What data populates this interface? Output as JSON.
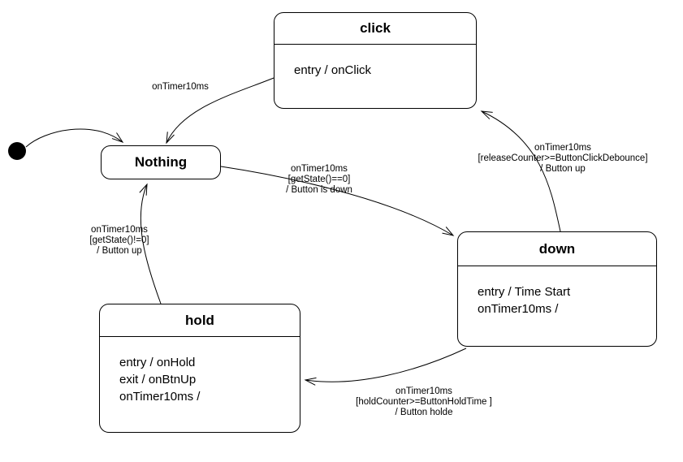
{
  "diagram": {
    "type": "uml-state-machine",
    "background_color": "#ffffff",
    "line_color": "#000000",
    "text_color": "#000000"
  },
  "states": {
    "nothing": {
      "title": "Nothing",
      "body_lines": []
    },
    "click": {
      "title": "click",
      "body_lines": [
        "entry / onClick"
      ]
    },
    "down": {
      "title": "down",
      "body_lines": [
        "entry / Time Start",
        "onTimer10ms /"
      ]
    },
    "hold": {
      "title": "hold",
      "body_lines": [
        "entry / onHold",
        "exit / onBtnUp",
        "onTimer10ms /"
      ]
    }
  },
  "transitions": {
    "initial_to_nothing": {
      "from": "initial",
      "to": "Nothing",
      "label_lines": []
    },
    "click_to_nothing": {
      "from": "click",
      "to": "Nothing",
      "label_lines": [
        "onTimer10ms"
      ]
    },
    "nothing_to_down": {
      "from": "Nothing",
      "to": "down",
      "label_lines": [
        "onTimer10ms",
        "[getState()==0]",
        "/ Button is down"
      ]
    },
    "down_to_click": {
      "from": "down",
      "to": "click",
      "label_lines": [
        "onTimer10ms",
        "[releaseCounter>=ButtonClickDebounce]",
        "/ Button up"
      ]
    },
    "down_to_hold": {
      "from": "down",
      "to": "hold",
      "label_lines": [
        "onTimer10ms",
        "[holdCounter>=ButtonHoldTime ]",
        "/ Button holde"
      ]
    },
    "hold_to_nothing": {
      "from": "hold",
      "to": "Nothing",
      "label_lines": [
        "onTimer10ms",
        "[getState()!=0]",
        "/ Button up"
      ]
    }
  }
}
